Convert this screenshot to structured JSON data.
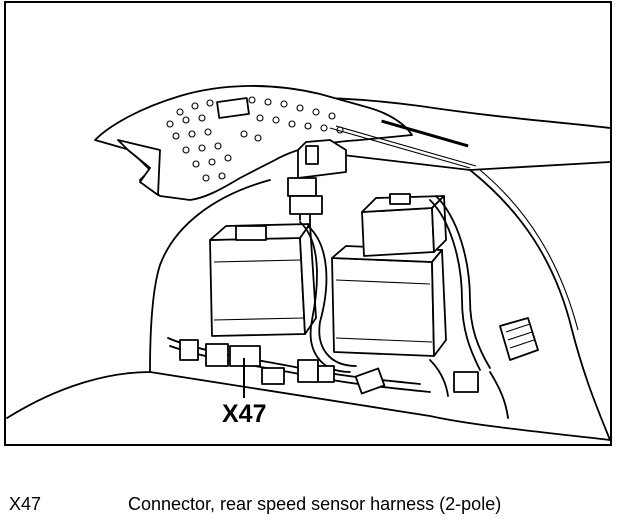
{
  "callout": {
    "label": "X47"
  },
  "legend": {
    "code": "X47",
    "description": "Connector, rear speed sensor harness (2-pole)"
  }
}
